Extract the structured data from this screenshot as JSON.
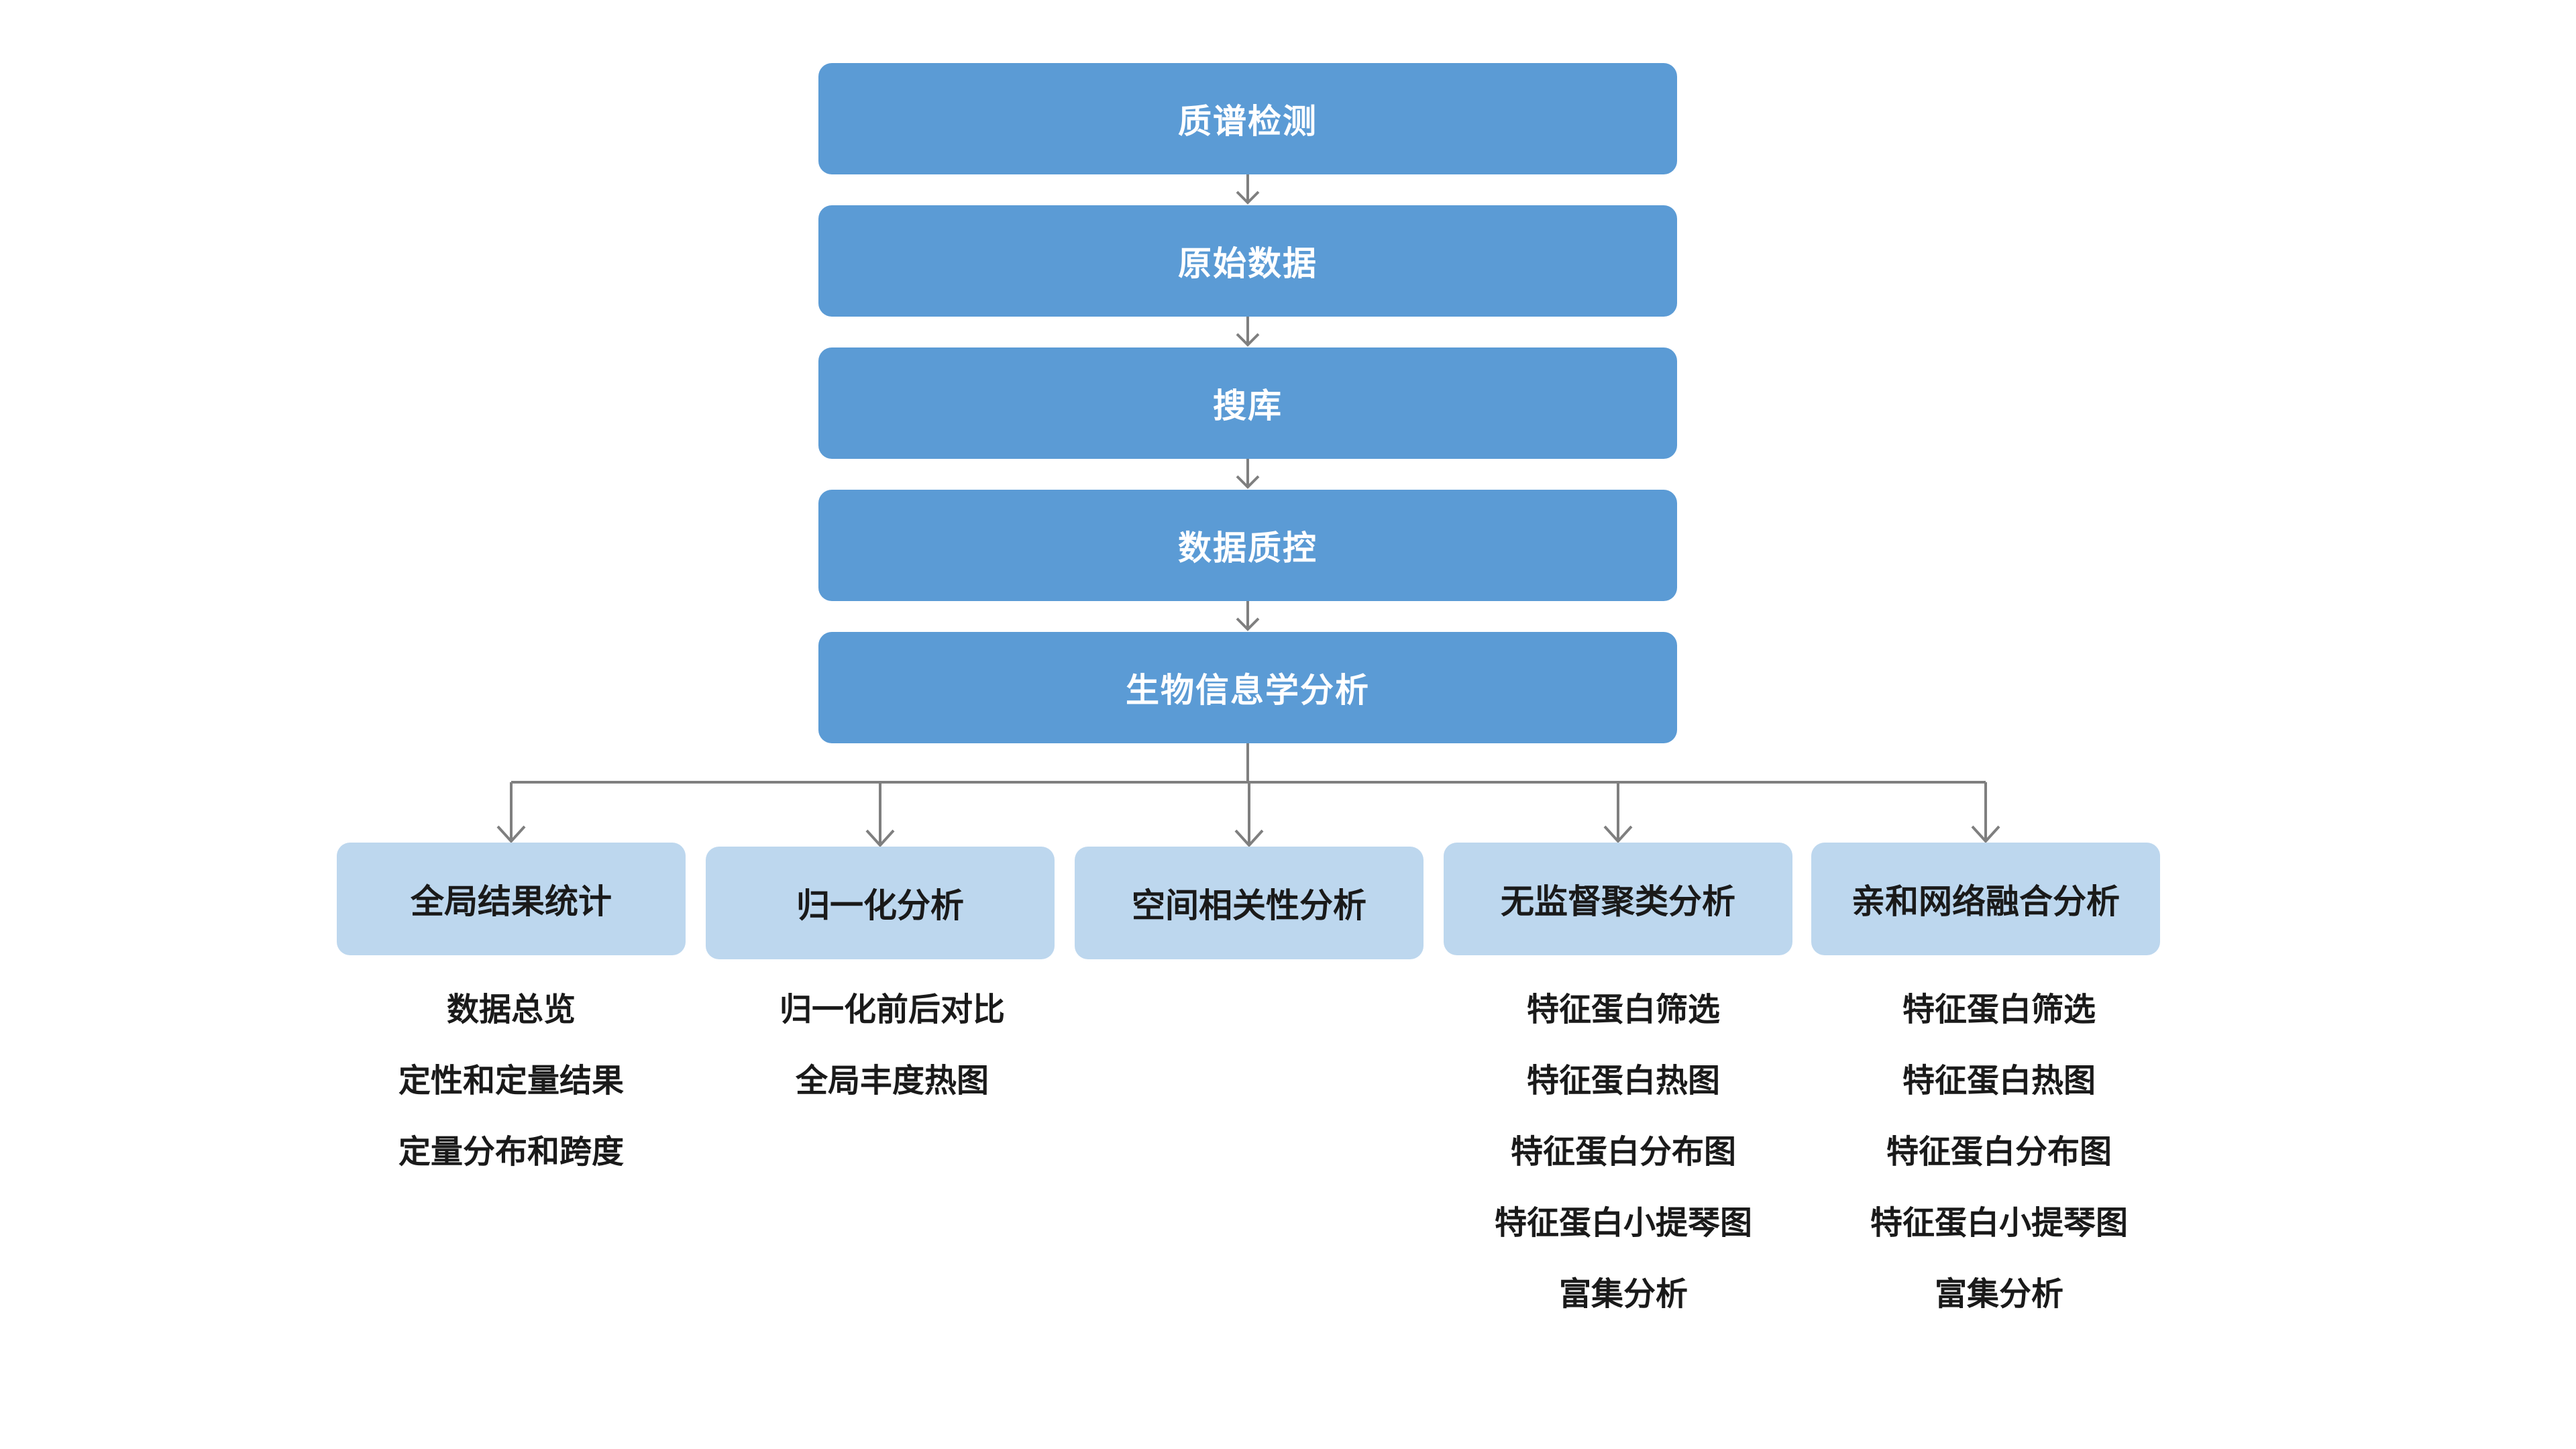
{
  "pipeline": {
    "steps": [
      {
        "label": "质谱检测"
      },
      {
        "label": "原始数据"
      },
      {
        "label": "搜库"
      },
      {
        "label": "数据质控"
      },
      {
        "label": "生物信息学分析"
      }
    ]
  },
  "branches": [
    {
      "label": "全局结果统计",
      "items": [
        "数据总览",
        "定性和定量结果",
        "定量分布和跨度"
      ]
    },
    {
      "label": "归一化分析",
      "items": [
        "归一化前后对比",
        "全局丰度热图"
      ]
    },
    {
      "label": "空间相关性分析",
      "items": []
    },
    {
      "label": "无监督聚类分析",
      "items": [
        "特征蛋白筛选",
        "特征蛋白热图",
        "特征蛋白分布图",
        "特征蛋白小提琴图",
        "富集分析"
      ]
    },
    {
      "label": "亲和网络融合分析",
      "items": [
        "特征蛋白筛选",
        "特征蛋白热图",
        "特征蛋白分布图",
        "特征蛋白小提琴图",
        "富集分析"
      ]
    }
  ],
  "colors": {
    "step_fill": "#5b9bd5",
    "branch_fill": "#bdd7ee",
    "connector": "#7f7f7f"
  }
}
